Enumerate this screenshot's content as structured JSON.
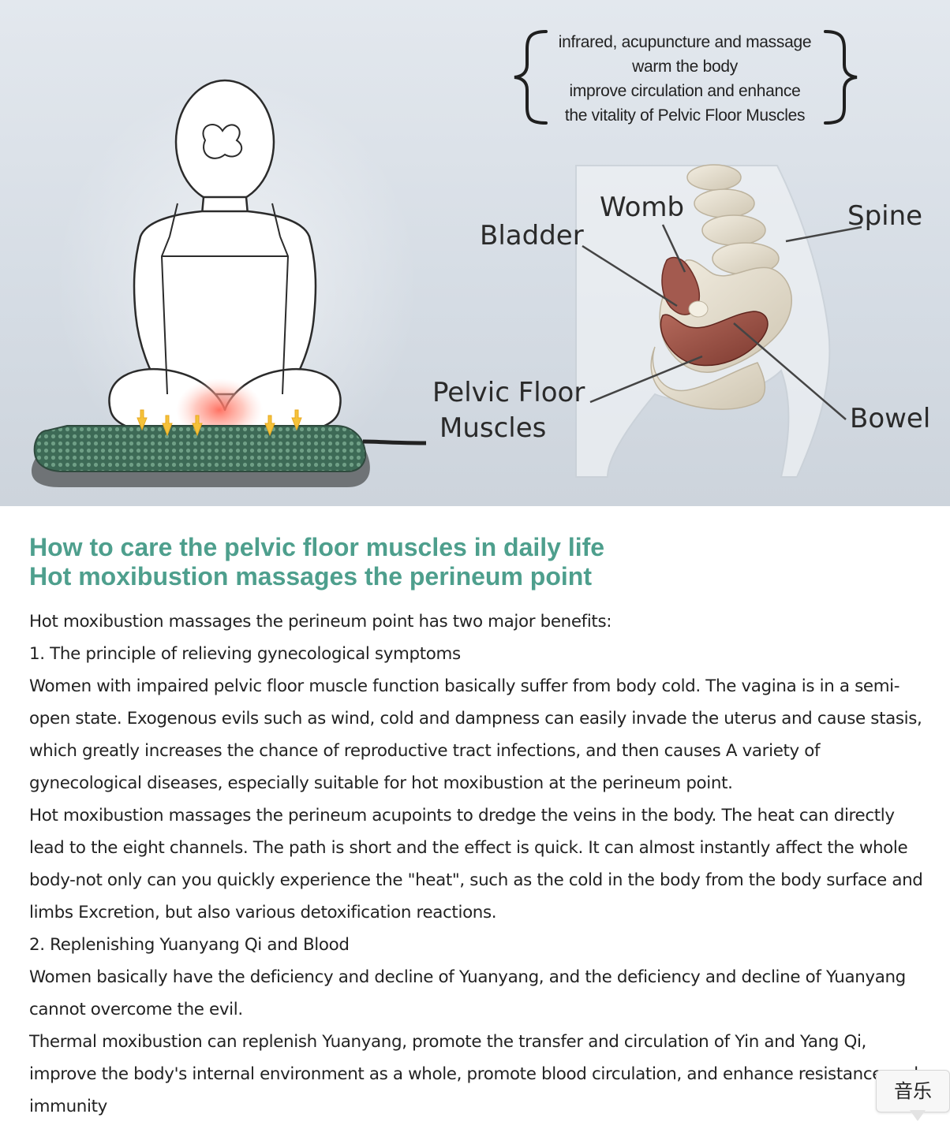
{
  "hero": {
    "bracket_lines": [
      "infrared, acupuncture and massage",
      "warm the body",
      "improve circulation and enhance",
      "the vitality of Pelvic Floor Muscles"
    ],
    "labels": {
      "womb": "Womb",
      "spine": "Spine",
      "bladder": "Bladder",
      "pelvic_floor_1": "Pelvic Floor",
      "pelvic_floor_2": "Muscles",
      "bowel": "Bowel"
    }
  },
  "article": {
    "title_lines": [
      "How to care the pelvic floor muscles in daily life",
      "Hot moxibustion massages the perineum point"
    ],
    "paragraphs": [
      "Hot moxibustion massages the perineum point has two major benefits:",
      "1. The principle of relieving gynecological symptoms",
      "Women with impaired pelvic floor muscle function basically suffer from body cold. The vagina is in a semi-open state. Exogenous evils such as wind, cold and dampness can easily invade the uterus and cause stasis, which greatly increases the chance of reproductive tract infections, and then causes A variety of gynecological diseases, especially suitable for hot moxibustion at the perineum point.",
      "Hot moxibustion massages the perineum acupoints to dredge the veins in the body. The heat can directly lead to the eight channels. The path is short and the effect is quick. It can almost instantly affect the whole body-not only can you quickly experience the \"heat\", such as the cold in the body from the body surface and limbs Excretion, but also various detoxification reactions.",
      "2. Replenishing Yuanyang Qi and Blood",
      "Women basically have the deficiency and decline of Yuanyang, and the deficiency and decline of Yuanyang cannot overcome the evil.",
      "Thermal moxibustion can replenish Yuanyang, promote the transfer and circulation of Yin and Yang Qi, improve the body's internal environment as a whole, promote blood circulation, and enhance resistance and immunity"
    ],
    "accent_color": "#4e9f8d"
  },
  "music_button": {
    "label": "音乐"
  }
}
